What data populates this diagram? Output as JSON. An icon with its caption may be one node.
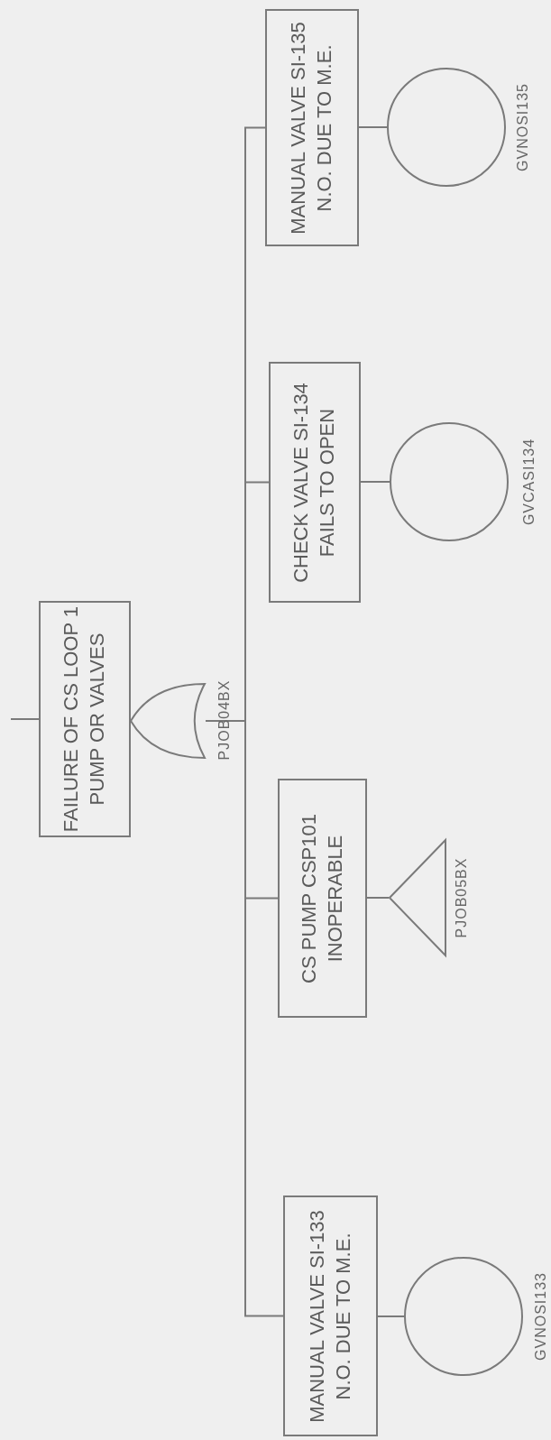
{
  "diagram": {
    "nodes": [
      {
        "text": [
          "FAILURE OF CS LOOP 1 PUMP OR VALVES"
        ]
      },
      {
        "text": [],
        "shape": "gate",
        "beside": [
          "PJOB04BX"
        ]
      },
      {
        "text": [
          "MANUAL VALVE SI-133 N.O. DUE TO M.E."
        ]
      },
      {
        "text": [],
        "shape": "circle",
        "beside": [
          "GVNOSI133"
        ]
      },
      {
        "text": [
          "CS PUMP CSP101 INOPERABLE"
        ]
      },
      {
        "text": [],
        "shape": "triangle",
        "beside": [
          "PJOB05BX"
        ]
      },
      {
        "text": [
          "CHECK VALVE SI-134 FAILS TO OPEN"
        ]
      },
      {
        "text": [],
        "shape": "circle",
        "beside": [
          "GVCASI134"
        ]
      },
      {
        "text": [
          "MANUAL VALVE SI-135 N.O. DUE TO M.E."
        ]
      },
      {
        "text": [],
        "shape": "circle",
        "beside": [
          "GVNOSI135"
        ]
      }
    ],
    "edges": [
      {
        "from": null,
        "to": 0,
        "arrow": "none"
      },
      {
        "from": 1,
        "to": 2,
        "arrow": "none"
      },
      {
        "from": 1,
        "to": 4,
        "arrow": "none"
      },
      {
        "from": 1,
        "to": 6,
        "arrow": "none"
      },
      {
        "from": 1,
        "to": 8,
        "arrow": "none"
      },
      {
        "from": 2,
        "to": 3,
        "arrow": "none"
      },
      {
        "from": 4,
        "to": 5,
        "arrow": "none"
      },
      {
        "from": 6,
        "to": 7,
        "arrow": "none"
      },
      {
        "from": 8,
        "to": 9,
        "arrow": "none"
      }
    ]
  }
}
